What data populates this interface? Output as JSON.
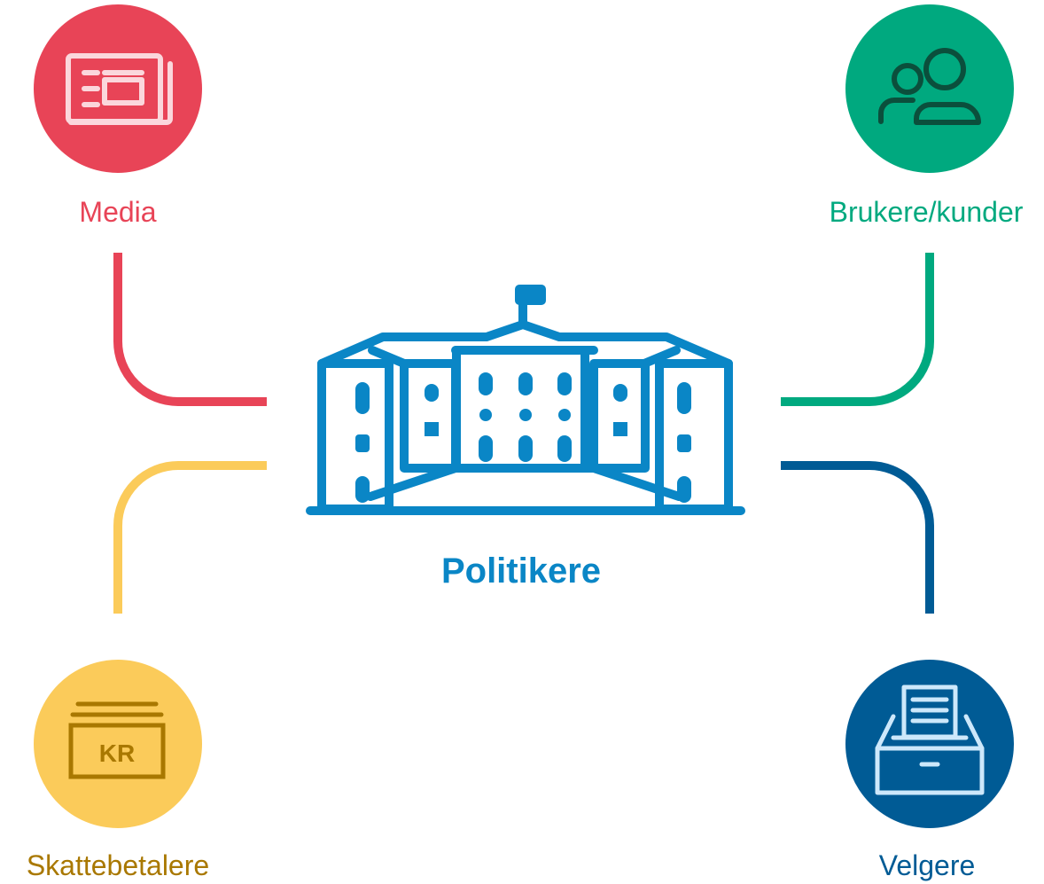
{
  "center": {
    "label": "Politikere",
    "icon": "parliament-building-icon",
    "color": "#0a86c6"
  },
  "nodes": {
    "media": {
      "label": "Media",
      "icon": "newspaper-icon",
      "color": "#e84457",
      "icon_color": "#fbd7dc"
    },
    "brukere": {
      "label": "Brukere/kunder",
      "icon": "users-icon",
      "color": "#00a97f",
      "icon_color": "#0b4f3c"
    },
    "skattebetalere": {
      "label": "Skattebetalere",
      "icon": "money-kr-icon",
      "color": "#fbcb5a",
      "label_color": "#a97800",
      "icon_color": "#a97800",
      "icon_text": "KR"
    },
    "velgere": {
      "label": "Velgere",
      "icon": "ballot-box-icon",
      "color": "#005b95",
      "icon_color": "#cde8fb"
    }
  }
}
